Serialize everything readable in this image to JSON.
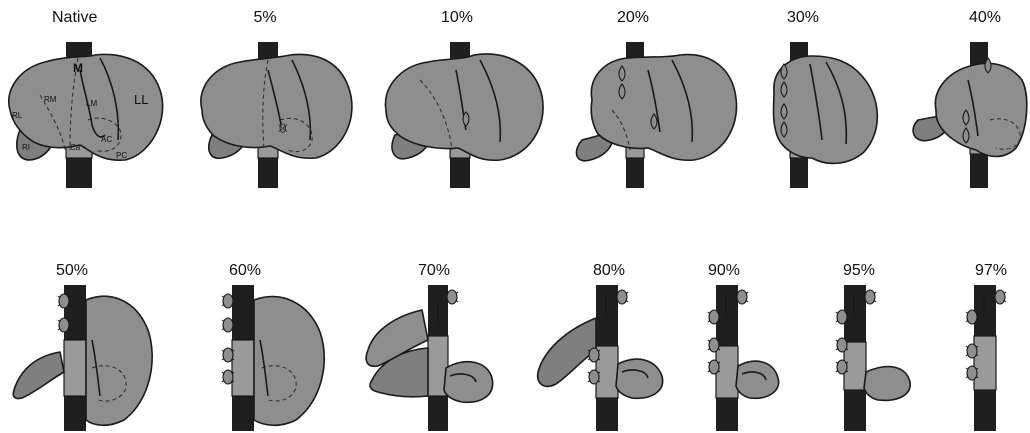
{
  "panels": [
    {
      "label": "Native"
    },
    {
      "label": "5%"
    },
    {
      "label": "10%"
    },
    {
      "label": "20%"
    },
    {
      "label": "30%"
    },
    {
      "label": "40%"
    },
    {
      "label": "50%"
    },
    {
      "label": "60%"
    },
    {
      "label": "70%"
    },
    {
      "label": "80%"
    },
    {
      "label": "90%"
    },
    {
      "label": "95%"
    },
    {
      "label": "97%"
    }
  ],
  "lobe_labels": {
    "median": "M",
    "left_lateral": "LL",
    "right_medial": "RM",
    "left_medial": "LM",
    "right_lateral": "RL",
    "right": "RI",
    "caudate": "Ca",
    "anterior_caudate": "AC",
    "posterior_caudate": "PC"
  },
  "colors": {
    "lobe_fill": "#8e8e8e",
    "vein_dark": "#1f1f1f",
    "vein_gray": "#9a9a9a",
    "outline": "#1a1a1a"
  }
}
